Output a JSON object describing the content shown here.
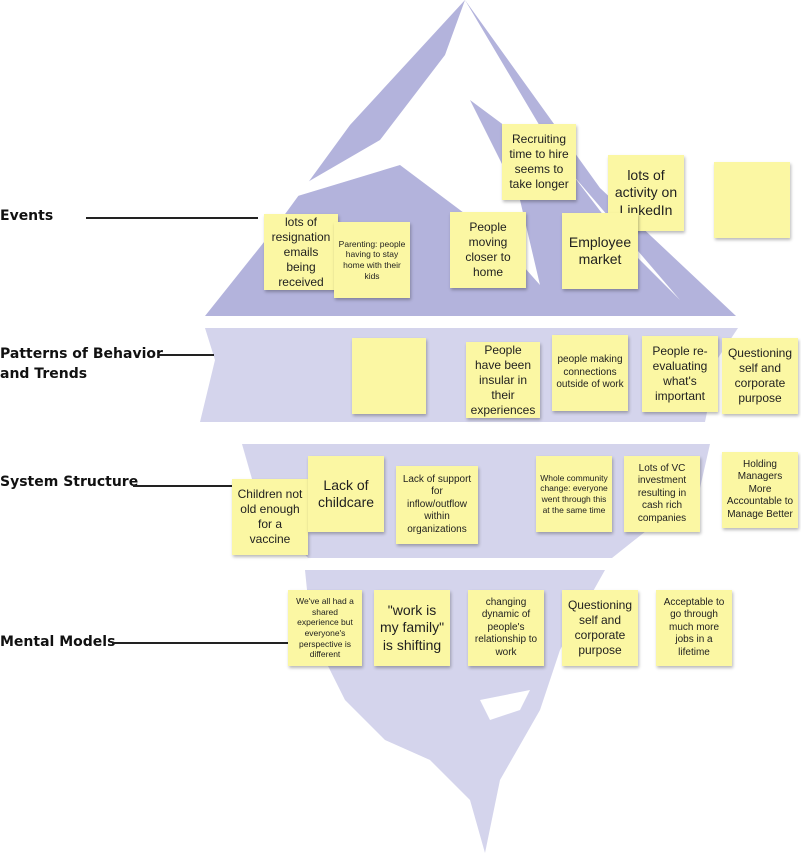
{
  "levels": {
    "events": "Events",
    "patterns_line1": "Patterns of Behavior",
    "patterns_line2": "and Trends",
    "structure": "System Structure",
    "mental": "Mental Models"
  },
  "notes": {
    "recruiting": "Recruiting time to hire seems to take longer",
    "linkedin": "lots of activity on LinkedIn",
    "blank_events": "",
    "resignation": "lots of resignation emails being received",
    "parenting": "Parenting: people having to stay home with their kids",
    "moving": "People moving closer to home",
    "employee_market": "Employee market",
    "blank_patterns": "",
    "insular": "People have been insular in their experiences",
    "connections": "people making connections outside of work",
    "reevaluating": "People re-evaluating what's important",
    "questioning_patterns": "Questioning self and corporate purpose",
    "children": "Children not old enough for a vaccine",
    "childcare": "Lack of childcare",
    "inflow": "Lack of support for inflow/outflow within organizations",
    "community": "Whole community change: everyone went through this at the same time",
    "vc": "Lots of VC investment resulting in cash rich companies",
    "holding": "Holding Managers More Accountable to Manage Better",
    "shared": "We've all had a shared experience but everyone's perspective is different",
    "family": "\"work is my family\" is shifting",
    "dynamic": "changing dynamic of people's relationship to work",
    "questioning_mental": "Questioning self and corporate purpose",
    "acceptable": "Acceptable to go through much more jobs in a lifetime"
  },
  "colors": {
    "iceberg_dark": "#b3b3dc",
    "iceberg_light": "#d4d4ec",
    "sticky": "#fbf7a3"
  }
}
